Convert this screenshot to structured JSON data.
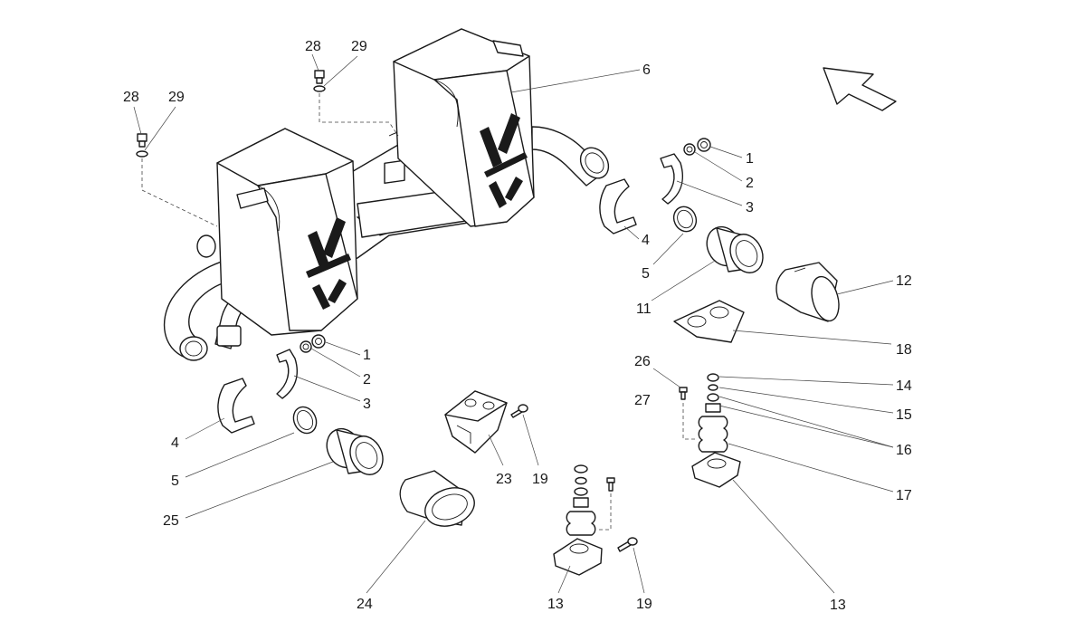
{
  "diagram": {
    "labels": {
      "l1a": "1",
      "l1b": "1",
      "l2a": "2",
      "l2b": "2",
      "l3a": "3",
      "l3b": "3",
      "l4a": "4",
      "l4b": "4",
      "l5a": "5",
      "l5b": "5",
      "l6": "6",
      "l11": "11",
      "l12": "12",
      "l13a": "13",
      "l13b": "13",
      "l14": "14",
      "l15": "15",
      "l16": "16",
      "l17": "17",
      "l18": "18",
      "l19a": "19",
      "l19b": "19",
      "l23": "23",
      "l24": "24",
      "l25": "25",
      "l26": "26",
      "l27": "27",
      "l28a": "28",
      "l28b": "28",
      "l29a": "29",
      "l29b": "29"
    },
    "direction_arrow_icon": "arrow-up-left-icon"
  }
}
